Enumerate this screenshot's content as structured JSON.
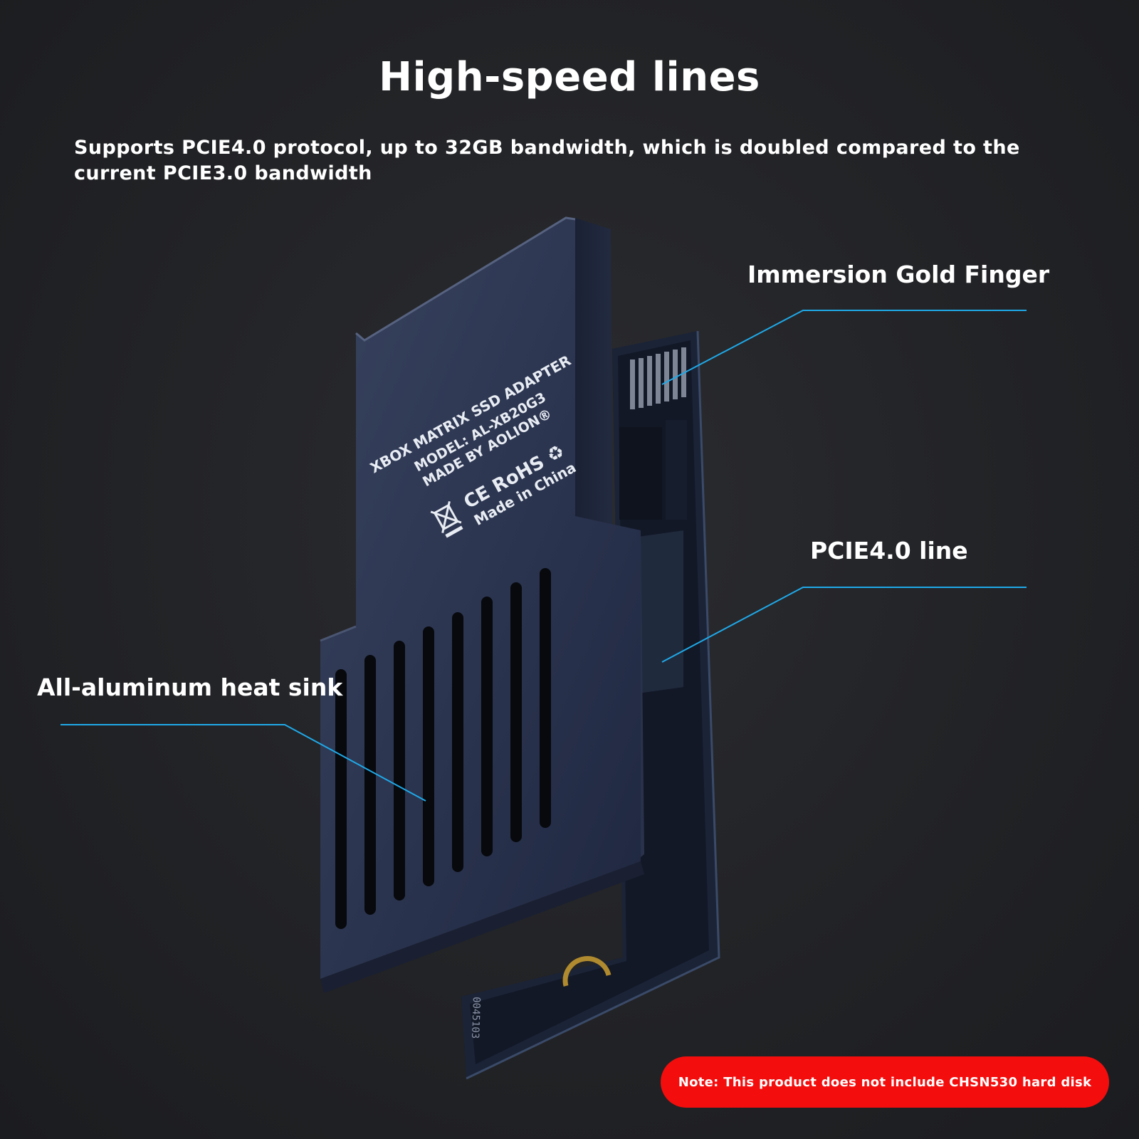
{
  "header": {
    "title": "High-speed lines",
    "subtitle": "Supports PCIE4.0 protocol, up to 32GB bandwidth, which is doubled compared to the current PCIE3.0 bandwidth"
  },
  "callouts": {
    "gold_finger": "Immersion Gold Finger",
    "pcie_line": "PCIE4.0 line",
    "heat_sink": "All-aluminum heat sink"
  },
  "product_label": {
    "line1": "XBOX MATRIX SSD ADAPTER",
    "line2": "MODEL: AL-XB20G3",
    "line3": "MADE BY AOLION®",
    "line4": "CE RoHS ♻",
    "line5": "Made in China"
  },
  "board_marking": "0045103",
  "note": "Note: This product does not include CHSN530 hard disk",
  "colors": {
    "accent_line": "#1fa9e8",
    "note_bg": "#f40d0d",
    "adapter_body": "#2c3650"
  }
}
